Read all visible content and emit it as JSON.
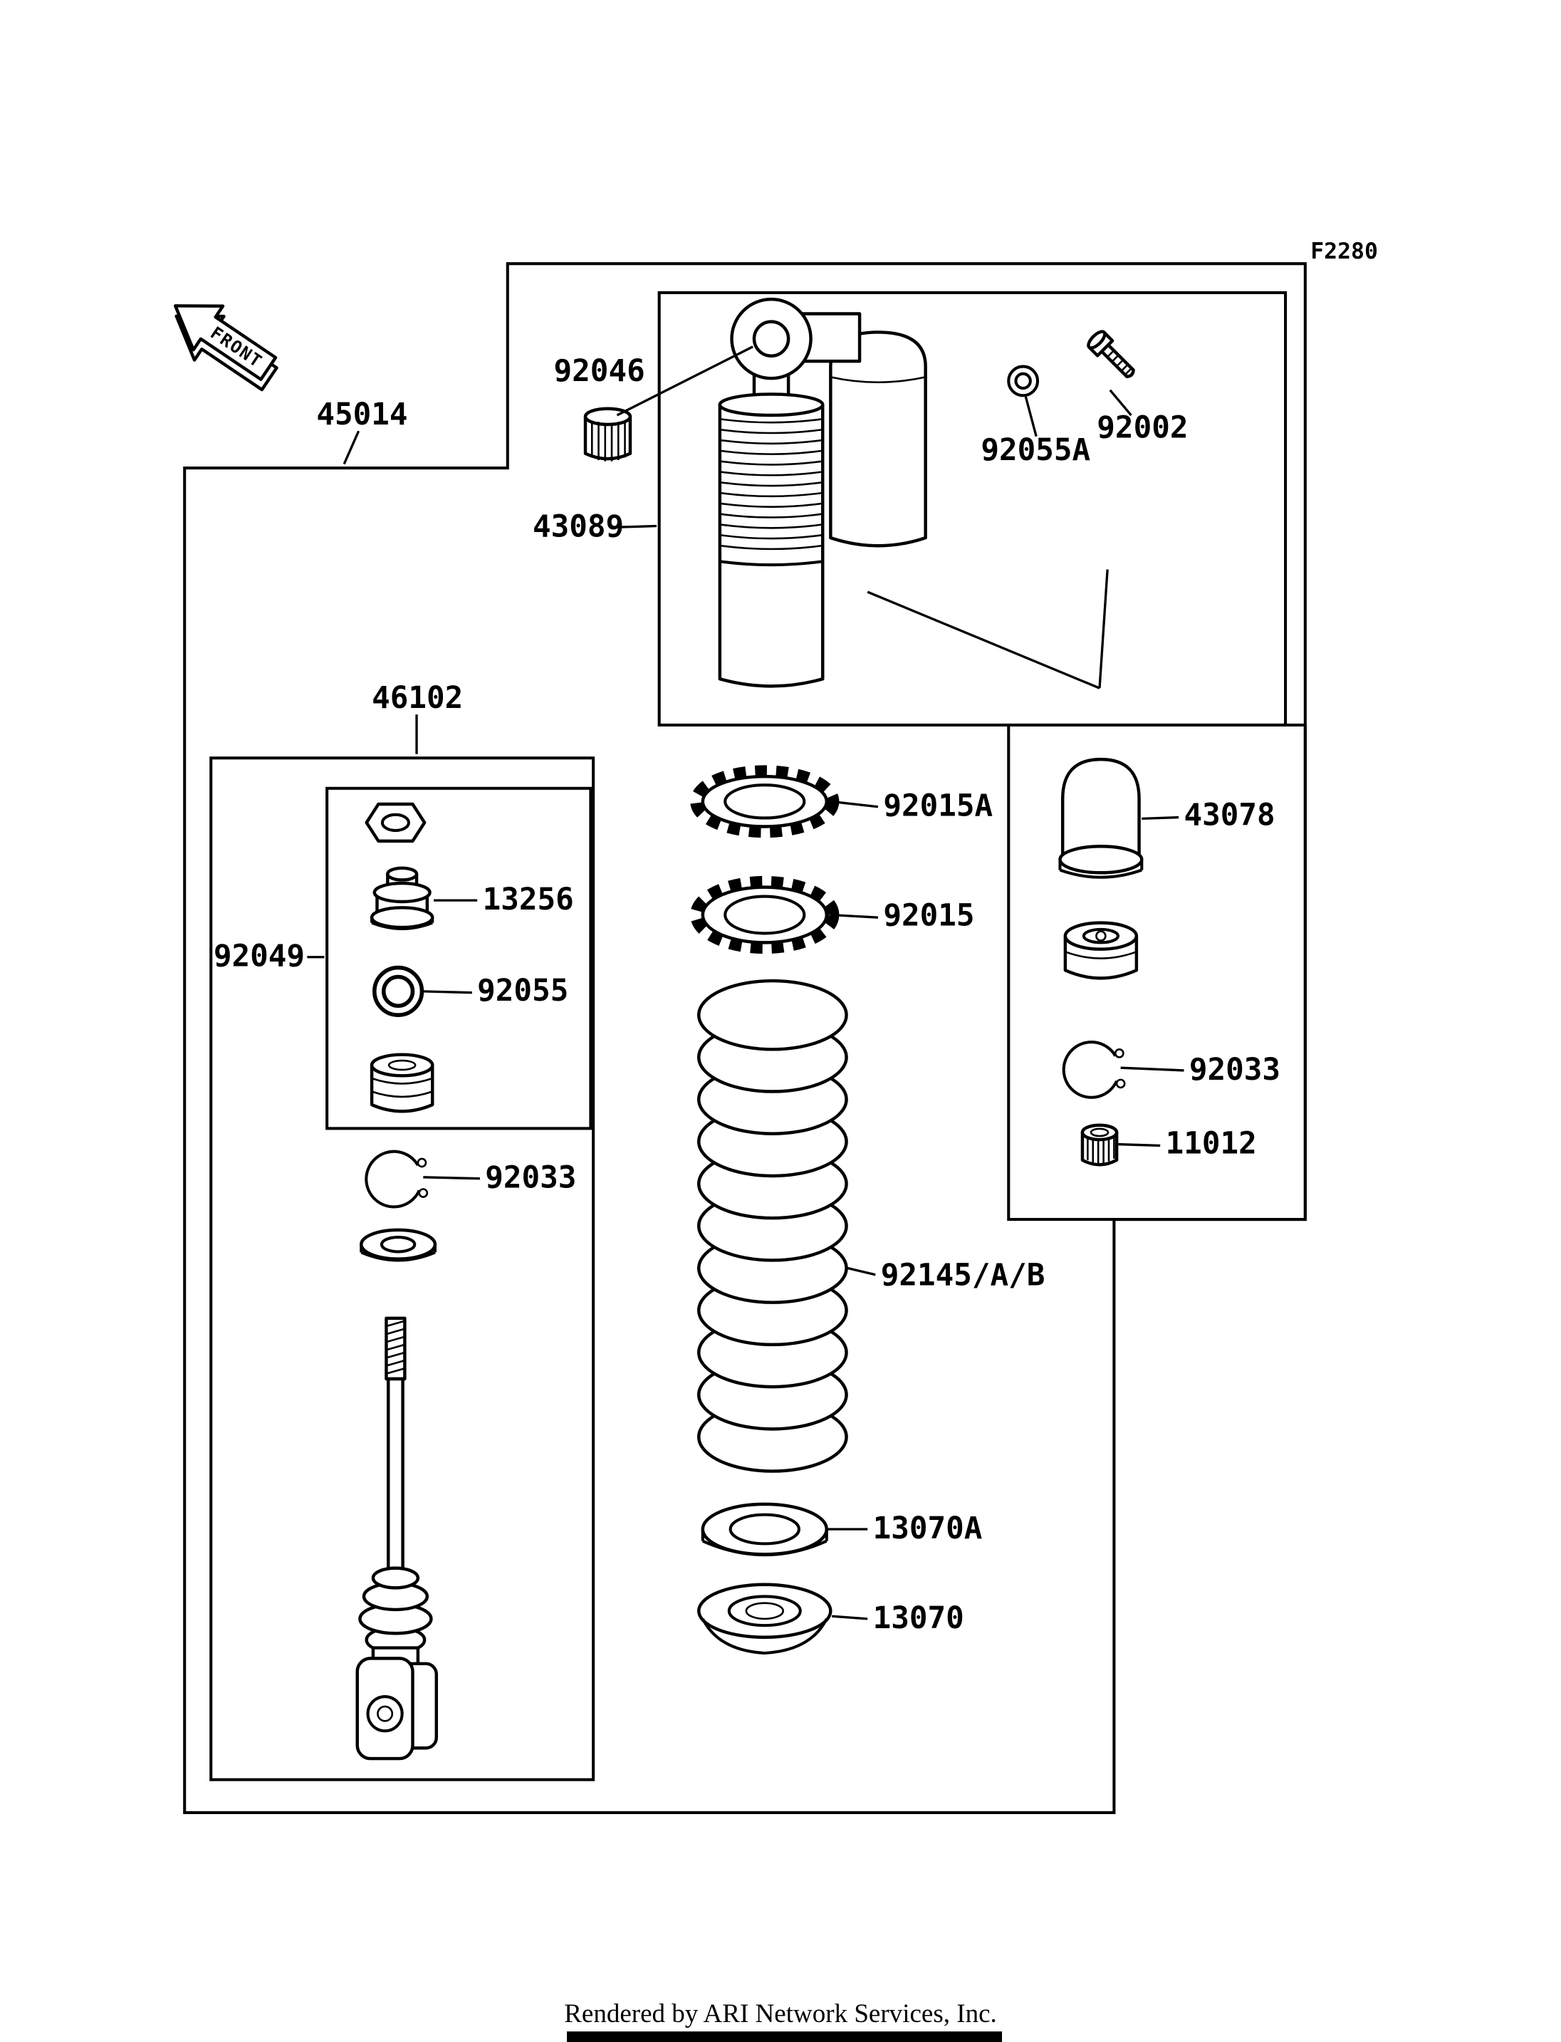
{
  "page": {
    "background_color": "#ffffff",
    "line_color": "#000000"
  },
  "diagram": {
    "code": "F2280",
    "front_arrow": "FRONT",
    "footer": "Rendered by ARI Network Services, Inc.",
    "labels": {
      "shock_assembly": "45014",
      "shock_unit": "43089",
      "pivot_bushing": "92046",
      "oring_a": "92055A",
      "bolt": "92002",
      "rod_assembly": "46102",
      "locknut_a": "92015A",
      "locknut": "92015",
      "reservoir_cap": "43078",
      "piston_assy": "13256",
      "seal_set": "92049",
      "oring": "92055",
      "circlip_reservoir": "92033",
      "valve": "11012",
      "circlip_rod": "92033",
      "spring": "92145/A/B",
      "spring_guide": "13070A",
      "spring_seat": "13070"
    }
  }
}
